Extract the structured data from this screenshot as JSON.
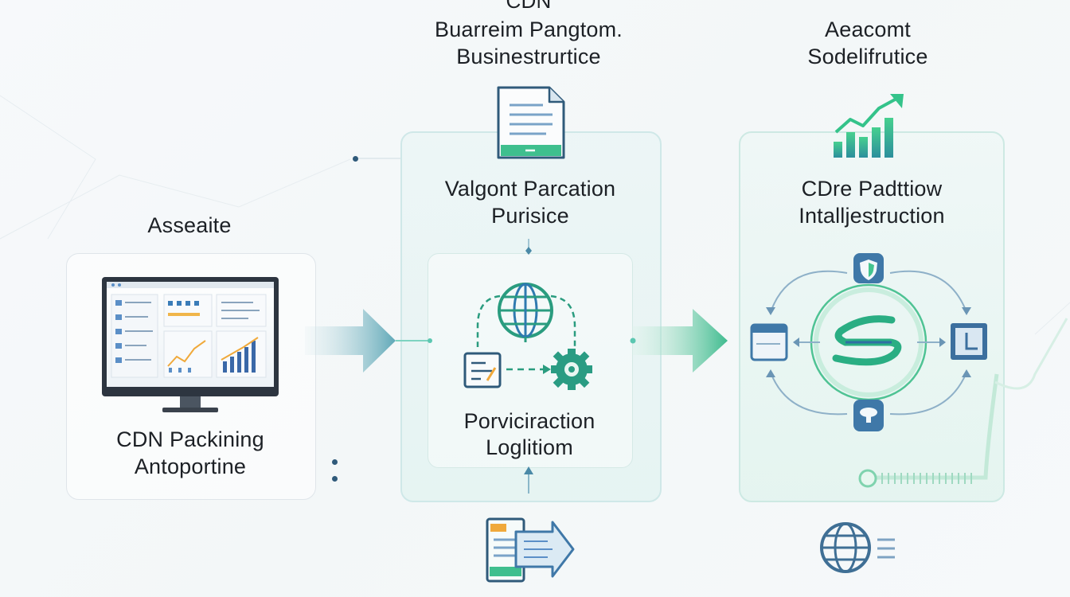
{
  "top": {
    "line0": "CDN",
    "line1": "Buarreim Pangtom.",
    "line2": "Businestrurtice"
  },
  "top_right": {
    "line1": "Aeacomt",
    "line2": "Sodelifrutice"
  },
  "left_panel": {
    "heading": "Asseaite",
    "caption_line1": "CDN Packining",
    "caption_line2": "Antoportine"
  },
  "mid_panel": {
    "heading_line1": "Valgont Parcation",
    "heading_line2": "Purisice",
    "caption_line1": "Porviciraction",
    "caption_line2": "Loglitiom"
  },
  "right_panel": {
    "heading_line1": "CDre Padttiow",
    "heading_line2": "Intalljestruction"
  },
  "icons": [
    "document-icon",
    "growth-chart-icon",
    "monitor-dashboard-icon",
    "globe-icon",
    "form-icon",
    "gear-icon",
    "shield-icon",
    "window-icon",
    "panel-icon",
    "server-icon",
    "cdn-logo-icon",
    "export-document-icon",
    "globe-list-icon"
  ],
  "colors": {
    "teal": "#2aa88f",
    "green": "#3cc48f",
    "navy": "#2f5a7a",
    "blue": "#5b8fc7"
  }
}
